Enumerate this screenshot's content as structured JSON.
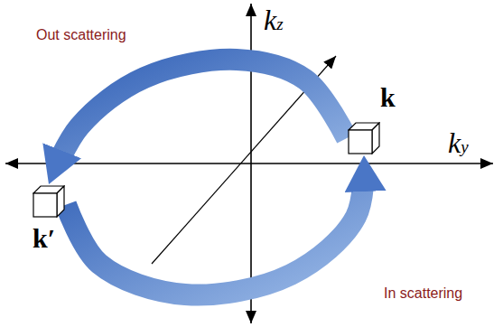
{
  "diagram": {
    "nodes": [
      {
        "text": [
          "k"
        ]
      },
      {
        "text": [
          "k′"
        ]
      }
    ],
    "edges": [
      {
        "from": 0,
        "to": 1,
        "arrow": "to",
        "label": "Out scattering"
      },
      {
        "from": 1,
        "to": 0,
        "arrow": "to",
        "label": "In scattering"
      }
    ],
    "labels": [
      "kz",
      "ky"
    ]
  }
}
